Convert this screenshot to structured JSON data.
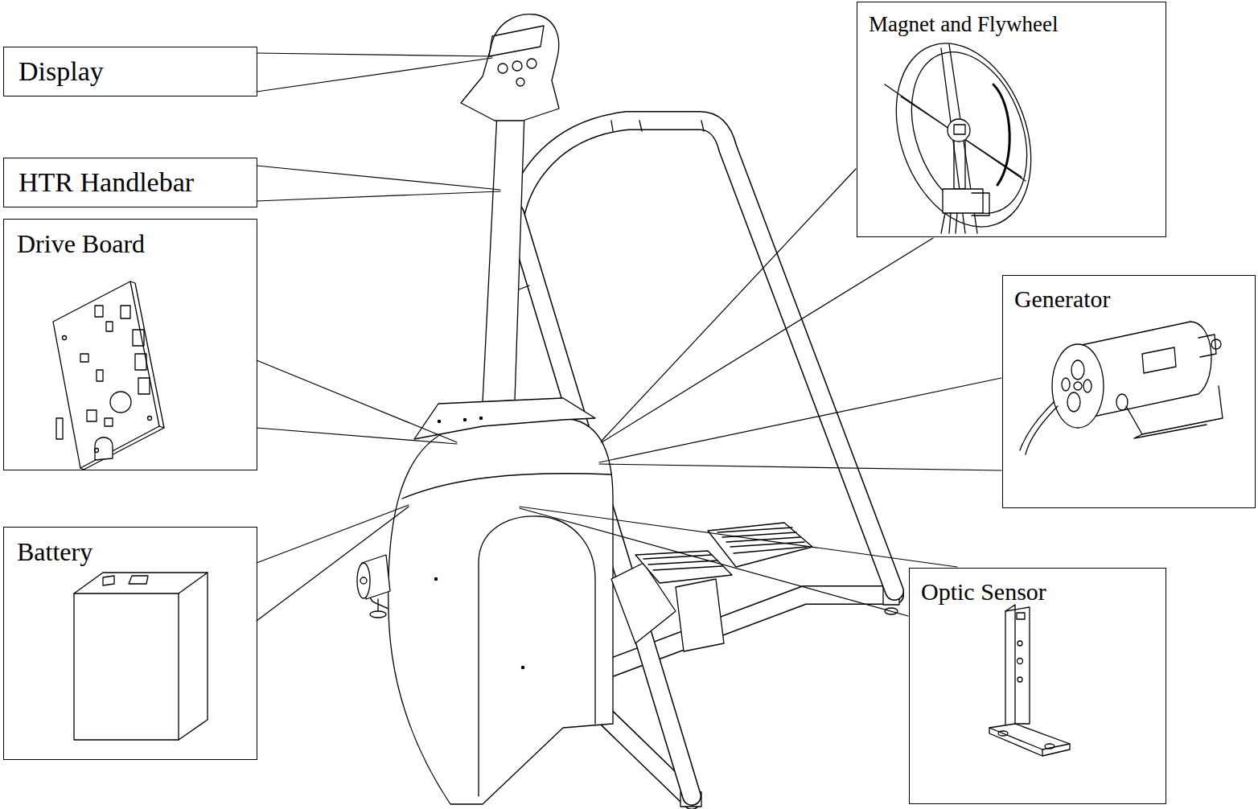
{
  "diagram": {
    "nodes": [
      {
        "text": [
          "Display"
        ]
      },
      {
        "text": [
          "Magnet and Flywheel"
        ]
      },
      {
        "text": [
          "HTR Handlebar"
        ]
      },
      {
        "text": [
          "Drive Board"
        ]
      },
      {
        "text": [
          "Generator"
        ]
      },
      {
        "text": [
          "Battery"
        ]
      },
      {
        "text": [
          "Optic Sensor"
        ]
      }
    ]
  }
}
